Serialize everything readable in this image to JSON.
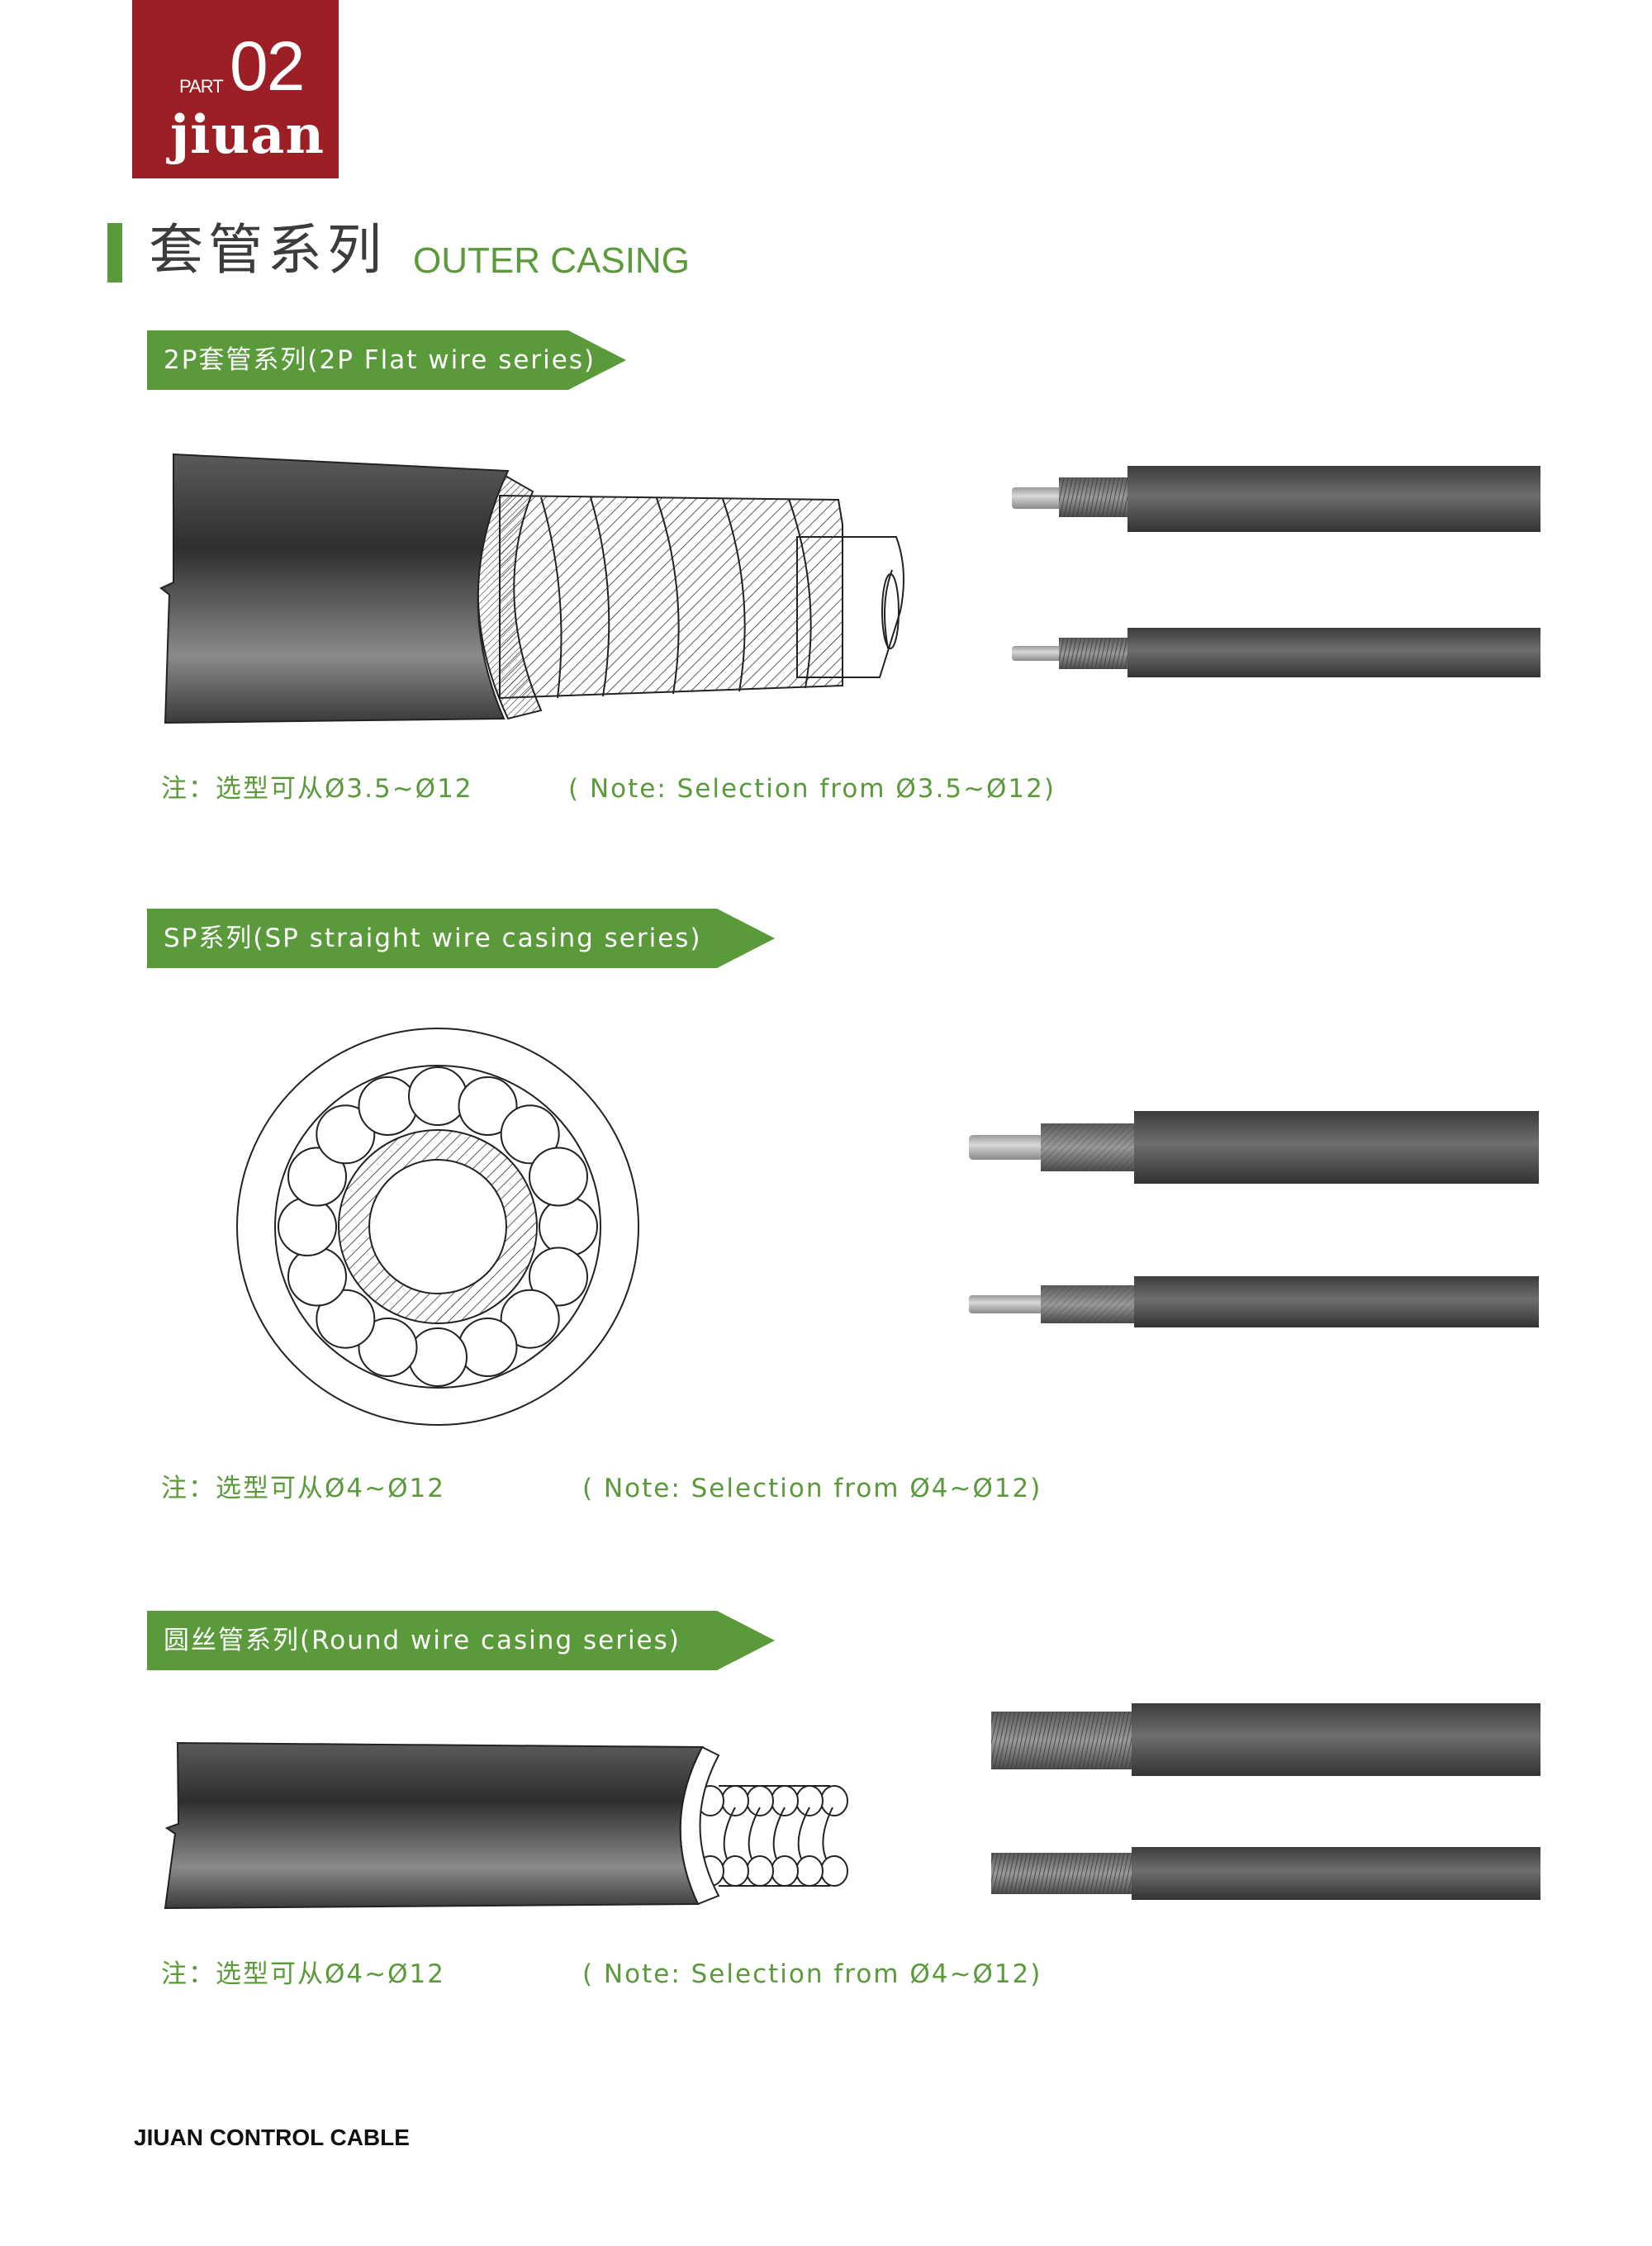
{
  "logo": {
    "part": "PART",
    "number": "02",
    "brand": "jiuan"
  },
  "heading": {
    "title_cn": "套管系列",
    "title_en": "OUTER CASING"
  },
  "sections": [
    {
      "banner": "2P套管系列(2P Flat wire series)",
      "note_cn": "注：选型可从Ø3.5~Ø12",
      "note_en": "( Note: Selection from Ø3.5~Ø12)"
    },
    {
      "banner": "SP系列(SP straight wire casing series)",
      "note_cn": "注：选型可从Ø4~Ø12",
      "note_en": "( Note: Selection from Ø4~Ø12)"
    },
    {
      "banner": "圆丝管系列(Round wire casing series)",
      "note_cn": "注：选型可从Ø4~Ø12",
      "note_en": "( Note: Selection from Ø4~Ø12)"
    }
  ],
  "footer": "JIUAN CONTROL CABLE",
  "colors": {
    "brand_red": "#9b1f24",
    "accent_green": "#5a9a3a",
    "cable_dark": "#3a3a3a"
  }
}
